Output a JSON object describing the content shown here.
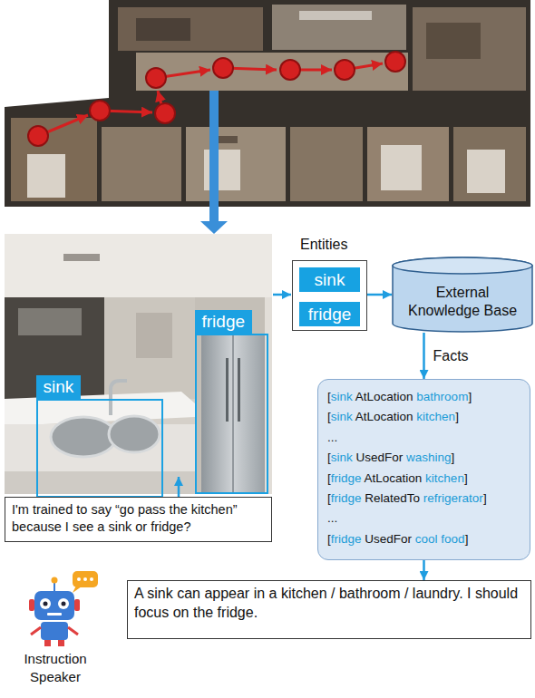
{
  "diagram": {
    "nodes": [
      {
        "text": [
          "Entities"
        ]
      },
      {
        "text": [
          "sink"
        ],
        "in": 0
      },
      {
        "text": [
          "fridge"
        ],
        "in": 0
      },
      {
        "text": [
          "External Knowledge Base"
        ]
      },
      {
        "text": [
          "sink"
        ]
      },
      {
        "text": [
          "fridge"
        ]
      },
      {
        "text": [
          "[sink AtLocation bathroom]",
          "[sink AtLocation kitchen]",
          "...",
          "[sink UsedFor washing]",
          "[fridge AtLocation kitchen]",
          "[fridge RelatedTo refrigerator]",
          "...",
          "[fridge UsedFor cool food]"
        ]
      },
      {
        "text": [
          "I'm trained to say “go pass the kitchen” because I see a sink or fridge?"
        ]
      },
      {
        "text": [
          "A sink can appear in a kitchen / bathroom / laundry. I should focus on the fridge."
        ]
      }
    ],
    "edges": [
      {
        "from": 0,
        "to": 3,
        "arrow": "to"
      },
      {
        "from": 3,
        "to": 6,
        "label": "Facts",
        "arrow": "to"
      },
      {
        "from": 6,
        "to": 8,
        "arrow": "to"
      }
    ],
    "labels": [
      "Instruction Speaker"
    ]
  }
}
